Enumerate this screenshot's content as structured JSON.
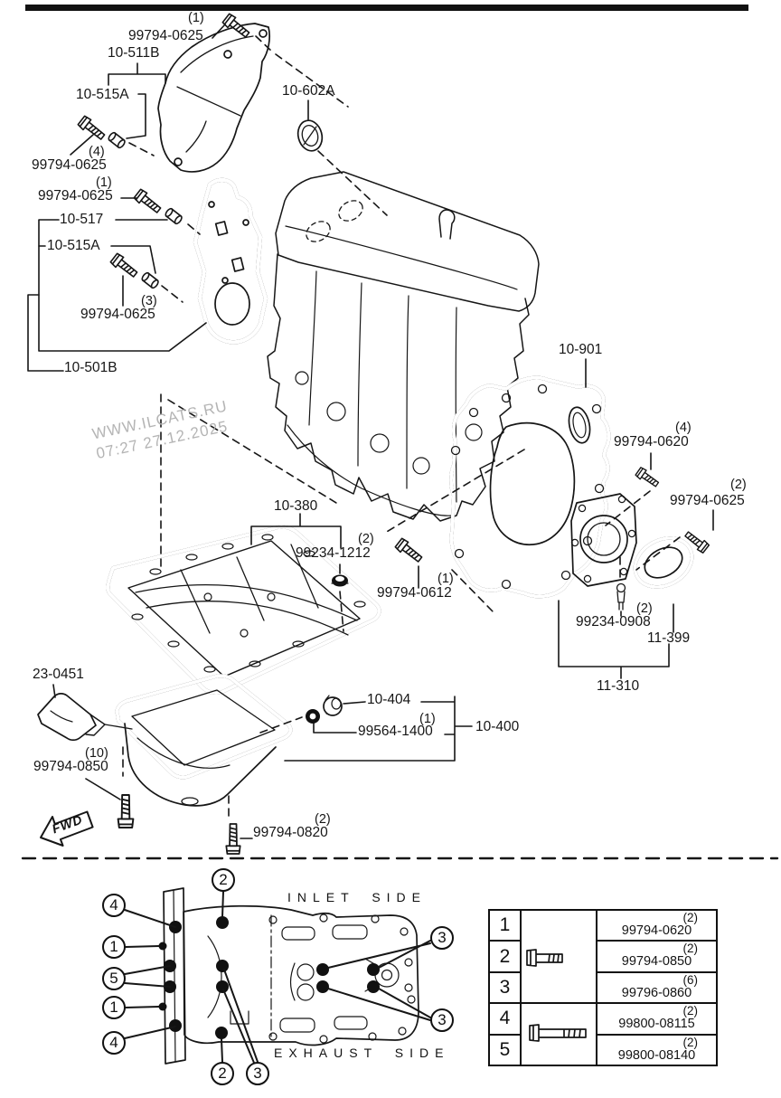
{
  "watermark": {
    "line1": "WWW.ILCATS.RU",
    "line2": "07:27 27.12.2025"
  },
  "fwd_label": "FWD",
  "callouts": {
    "c1": {
      "qty": "(1)",
      "part": "99794-0625"
    },
    "c2": {
      "code": "10-511B"
    },
    "c3": {
      "code": "10-515A"
    },
    "c4": {
      "code": "10-602A"
    },
    "c5": {
      "qty": "(4)",
      "part": "99794-0625"
    },
    "c6": {
      "qty": "(1)",
      "part": "99794-0625"
    },
    "c7": {
      "code": "10-517"
    },
    "c8": {
      "code": "10-515A"
    },
    "c9": {
      "qty": "(3)",
      "part": "99794-0625"
    },
    "c10": {
      "code": "10-501B"
    },
    "c11": {
      "code": "10-901"
    },
    "c12": {
      "qty": "(4)",
      "part": "99794-0620"
    },
    "c13": {
      "qty": "(2)",
      "part": "99794-0625"
    },
    "c14": {
      "code": "10-380"
    },
    "c15": {
      "qty": "(2)",
      "part": "99234-1212"
    },
    "c16": {
      "qty": "(1)",
      "part": "99794-0612"
    },
    "c17": {
      "qty": "(2)",
      "part": "99234-0908"
    },
    "c18": {
      "code": "11-399"
    },
    "c19": {
      "code": "11-310"
    },
    "c20": {
      "code": "23-0451"
    },
    "c21": {
      "qty": "(10)",
      "part": "99794-0850"
    },
    "c22": {
      "code": "10-404"
    },
    "c23": {
      "qty": "(1)",
      "part": "99564-1400"
    },
    "c24": {
      "code": "10-400"
    },
    "c25": {
      "qty": "(2)",
      "part": "99794-0820"
    }
  },
  "bottom": {
    "inlet_side": "INLET SIDE",
    "exhaust_side": "EXHAUST SIDE",
    "circles": {
      "top2": "2",
      "left4a": "4",
      "left1a": "1",
      "left5": "5",
      "left1b": "1",
      "left4b": "4",
      "bottom2": "2",
      "bottom3": "3",
      "right3a": "3",
      "right3b": "3"
    },
    "table": {
      "rows": [
        {
          "no": "1",
          "qty": "(2)",
          "part": "99794-0620"
        },
        {
          "no": "2",
          "qty": "(2)",
          "part": "99794-0850"
        },
        {
          "no": "3",
          "qty": "(6)",
          "part": "99796-0860"
        },
        {
          "no": "4",
          "qty": "(2)",
          "part": "99800-08115"
        },
        {
          "no": "5",
          "qty": "(2)",
          "part": "99800-08140"
        }
      ]
    }
  }
}
